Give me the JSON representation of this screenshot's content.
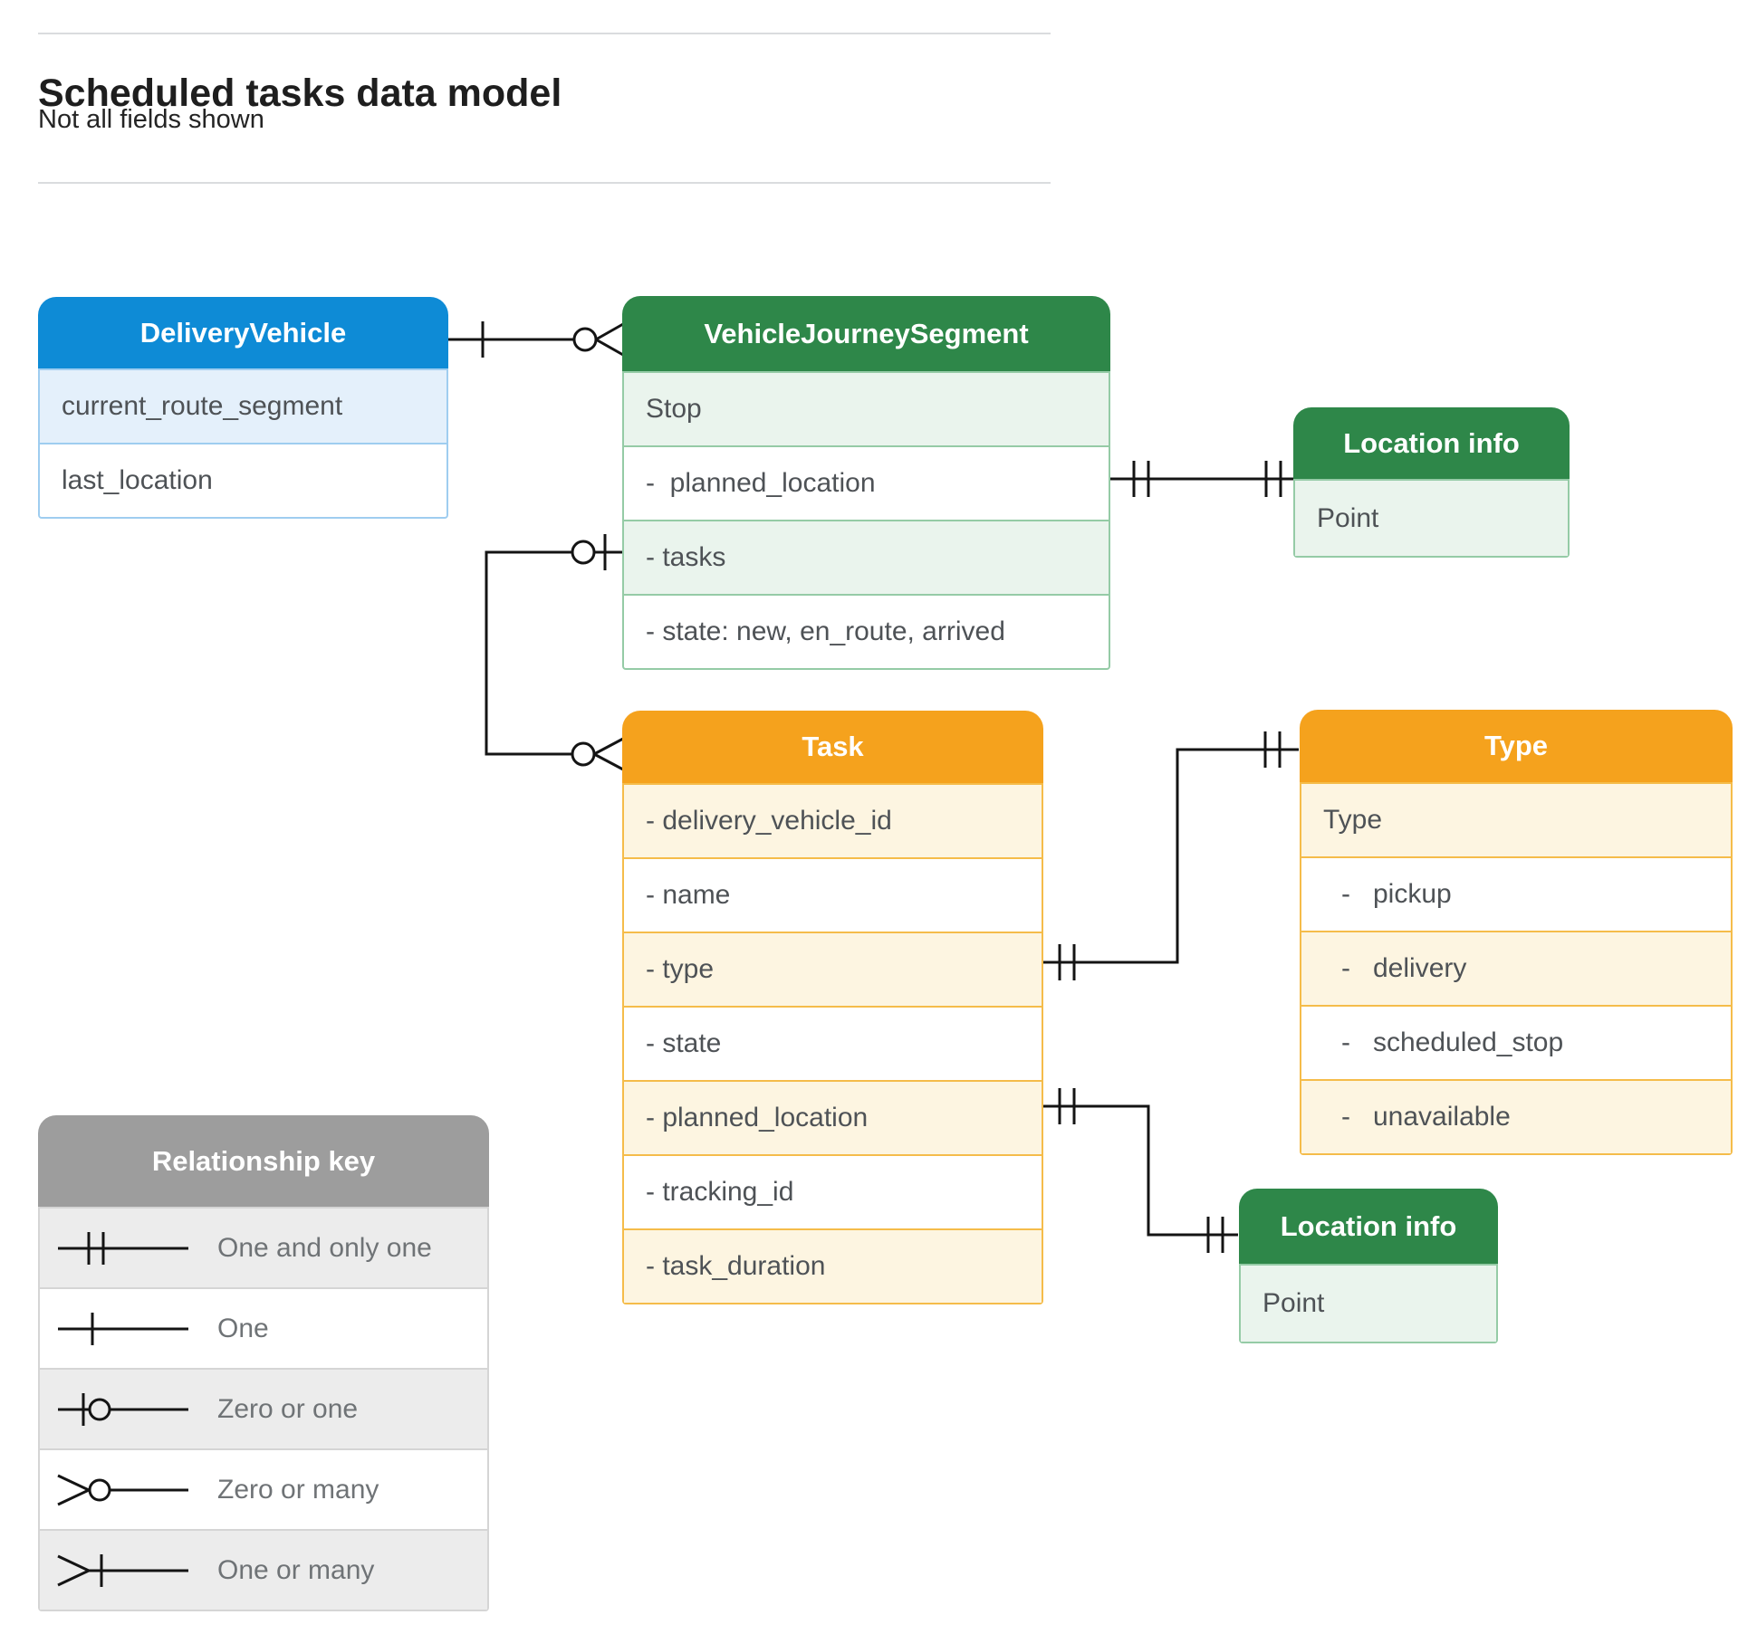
{
  "page": {
    "title": "Scheduled tasks data model",
    "subtitle": "Not all fields shown"
  },
  "entities": {
    "delivery_vehicle": {
      "title": "DeliveryVehicle",
      "fields": [
        "current_route_segment",
        "last_location"
      ]
    },
    "vehicle_journey_segment": {
      "title": "VehicleJourneySegment",
      "fields": [
        "Stop",
        "-  planned_location",
        "- tasks",
        "- state: new, en_route, arrived"
      ]
    },
    "location_info_top": {
      "title": "Location info",
      "fields": [
        "Point"
      ]
    },
    "task": {
      "title": "Task",
      "fields": [
        "- delivery_vehicle_id",
        "- name",
        "- type",
        "- state",
        "- planned_location",
        "- tracking_id",
        "- task_duration"
      ]
    },
    "type": {
      "title": "Type",
      "fields": [
        "Type",
        "-   pickup",
        "-   delivery",
        "-   scheduled_stop",
        "-   unavailable"
      ]
    },
    "location_info_bottom": {
      "title": "Location info",
      "fields": [
        "Point"
      ]
    }
  },
  "legend": {
    "title": "Relationship key",
    "items": [
      {
        "symbol": "one-and-only-one",
        "label": "One and only one"
      },
      {
        "symbol": "one",
        "label": "One"
      },
      {
        "symbol": "zero-or-one",
        "label": "Zero or one"
      },
      {
        "symbol": "zero-or-many",
        "label": "Zero or many"
      },
      {
        "symbol": "one-or-many",
        "label": "One or many"
      }
    ]
  },
  "relationships": [
    {
      "from": "DeliveryVehicle",
      "to": "VehicleJourneySegment",
      "from_cardinality": "one",
      "to_cardinality": "zero-or-many"
    },
    {
      "from": "VehicleJourneySegment.planned_location",
      "to": "Location info",
      "from_cardinality": "one-and-only-one",
      "to_cardinality": "one-and-only-one"
    },
    {
      "from": "VehicleJourneySegment.tasks",
      "to": "Task",
      "from_cardinality": "zero-or-one",
      "to_cardinality": "zero-or-many"
    },
    {
      "from": "Task.type",
      "to": "Type",
      "from_cardinality": "one-and-only-one",
      "to_cardinality": "one-and-only-one"
    },
    {
      "from": "Task.planned_location",
      "to": "Location info",
      "from_cardinality": "one-and-only-one",
      "to_cardinality": "one-and-only-one"
    }
  ],
  "colors": {
    "blue_header": "#0E8BD6",
    "green_header": "#2E8749",
    "orange_header": "#F5A21D",
    "gray_header": "#9D9D9D"
  }
}
